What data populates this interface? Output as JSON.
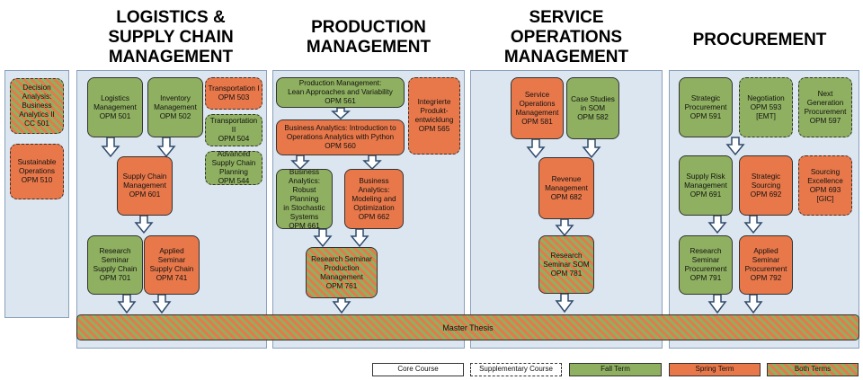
{
  "headers": {
    "logistics": "LOGISTICS &\nSUPPLY CHAIN\nMANAGEMENT",
    "production": "PRODUCTION\nMANAGEMENT",
    "service": "SERVICE\nOPERATIONS\nMANAGEMENT",
    "procurement": "PROCUREMENT"
  },
  "courses": {
    "decision": "Decision\nAnalysis:\nBusiness\nAnalytics II\nCC 501",
    "sustainable": "Sustainable\nOperations\nOPM 510",
    "logistics_mgmt": "Logistics\nManagement\nOPM 501",
    "inventory": "Inventory\nManagement\nOPM 502",
    "transport1": "Transportation I\nOPM 503",
    "transport2": "Transportation II\nOPM 504",
    "advanced_scp": "Advanced\nSupply Chain\nPlanning\nOPM 544",
    "scm": "Supply Chain\nManagement\nOPM 601",
    "research_sc": "Research\nSeminar\nSupply Chain\nOPM 701",
    "applied_sc": "Applied\nSeminar\nSupply Chain\nOPM 741",
    "pm_lean": "Production Management:\nLean Approaches and Variability\nOPM 561",
    "integrierte": "Integrierte\nProdukt-\nentwicklung\nOPM 565",
    "ba_intro": "Business Analytics: Introduction to\nOperations Analytics with Python\nOPM 560",
    "ba_robust": "Business\nAnalytics:\nRobust Planning\nin Stochastic\nSystems\nOPM 661",
    "ba_modeling": "Business\nAnalytics:\nModeling and\nOptimization\nOPM 662",
    "research_pm": "Research Seminar\nProduction\nManagement\nOPM 761",
    "service_ops": "Service\nOperations\nManagement\nOPM 581",
    "case_som": "Case Studies\nin SOM\nOPM 582",
    "revenue": "Revenue\nManagement\nOPM 682",
    "research_som": "Research\nSeminar SOM\nOPM 781",
    "strategic_proc": "Strategic\nProcurement\nOPM 591",
    "negotiation": "Negotiation\nOPM 593\n[EMT]",
    "next_gen": "Next\nGeneration\nProcurement\nOPM 597",
    "supply_risk": "Supply Risk\nManagement\nOPM 691",
    "strategic_sourcing": "Strategic\nSourcing\nOPM 692",
    "sourcing_exc": "Sourcing\nExcellence\nOPM 693\n[GIC]",
    "research_proc": "Research\nSeminar\nProcurement\nOPM 791",
    "applied_proc": "Applied\nSeminar\nProcurement\nOPM 792",
    "master_thesis": "Master Thesis"
  },
  "legend": {
    "core": "Core Course",
    "supplementary": "Supplementary Course",
    "fall": "Fall Term",
    "spring": "Spring Term",
    "both": "Both Terms"
  },
  "colors": {
    "fall": "#8fb060",
    "spring": "#e8784a",
    "panel": "#dce6f1",
    "arrow": "#2f4a6b"
  }
}
